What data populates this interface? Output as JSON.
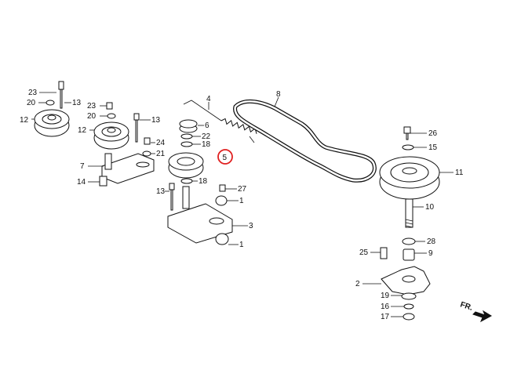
{
  "callouts": {
    "c1": "1",
    "c1b": "1",
    "c2": "2",
    "c3": "3",
    "c4": "4",
    "c5": "5",
    "c6": "6",
    "c7": "7",
    "c8": "8",
    "c9": "9",
    "c10": "10",
    "c11": "11",
    "c12a": "12",
    "c12b": "12",
    "c13a": "13",
    "c13b": "13",
    "c14": "14",
    "c15": "15",
    "c16": "16",
    "c17": "17",
    "c18a": "18",
    "c18b": "18",
    "c19": "19",
    "c20a": "20",
    "c20b": "20",
    "c21": "21",
    "c22": "22",
    "c23a": "23",
    "c23b": "23",
    "c24": "24",
    "c25": "25",
    "c26": "26",
    "c27": "27",
    "c28": "28"
  },
  "direction_label": "FR.",
  "highlight": {
    "part": "5",
    "color": "#e02020"
  }
}
